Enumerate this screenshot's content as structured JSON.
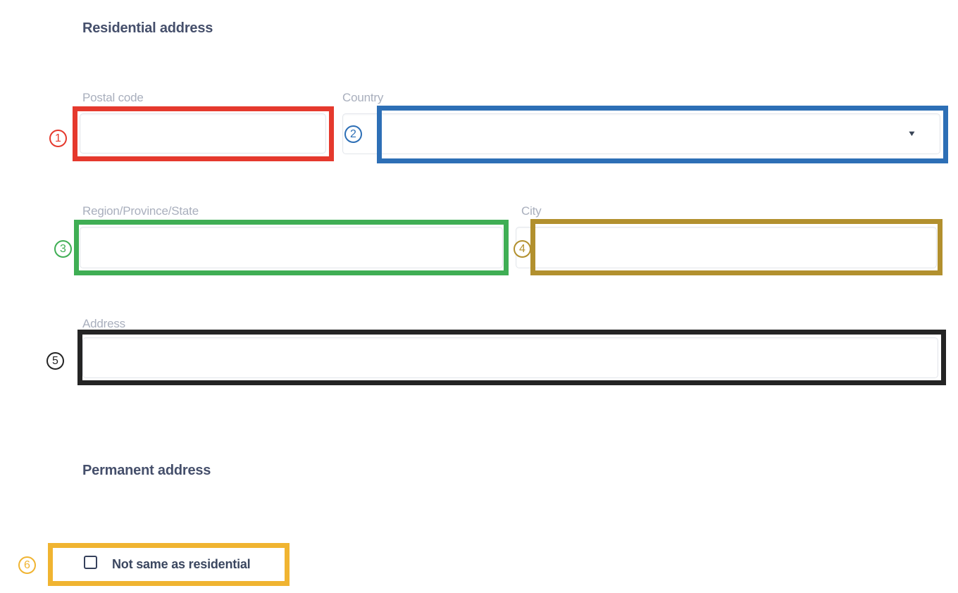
{
  "page": {
    "background": "#ffffff"
  },
  "residential": {
    "title": "Residential address",
    "fields": {
      "postal_code": {
        "label": "Postal code",
        "value": ""
      },
      "country": {
        "label": "Country",
        "value": ""
      },
      "region": {
        "label": "Region/Province/State",
        "value": ""
      },
      "city": {
        "label": "City",
        "value": ""
      },
      "address": {
        "label": "Address",
        "value": ""
      }
    }
  },
  "permanent": {
    "title": "Permanent address",
    "checkbox": {
      "label": "Not same as residential",
      "checked": false
    }
  },
  "icons": {
    "country_caret": "▼"
  },
  "annotations": [
    {
      "number": "1",
      "color": "#e5392d",
      "target": "postal-code-input"
    },
    {
      "number": "2",
      "color": "#2d6fb6",
      "target": "country-select"
    },
    {
      "number": "3",
      "color": "#3fae54",
      "target": "region-input"
    },
    {
      "number": "4",
      "color": "#b2902e",
      "target": "city-input"
    },
    {
      "number": "5",
      "color": "#242424",
      "target": "address-input"
    },
    {
      "number": "6",
      "color": "#f0b431",
      "target": "not-same-checkbox"
    }
  ]
}
